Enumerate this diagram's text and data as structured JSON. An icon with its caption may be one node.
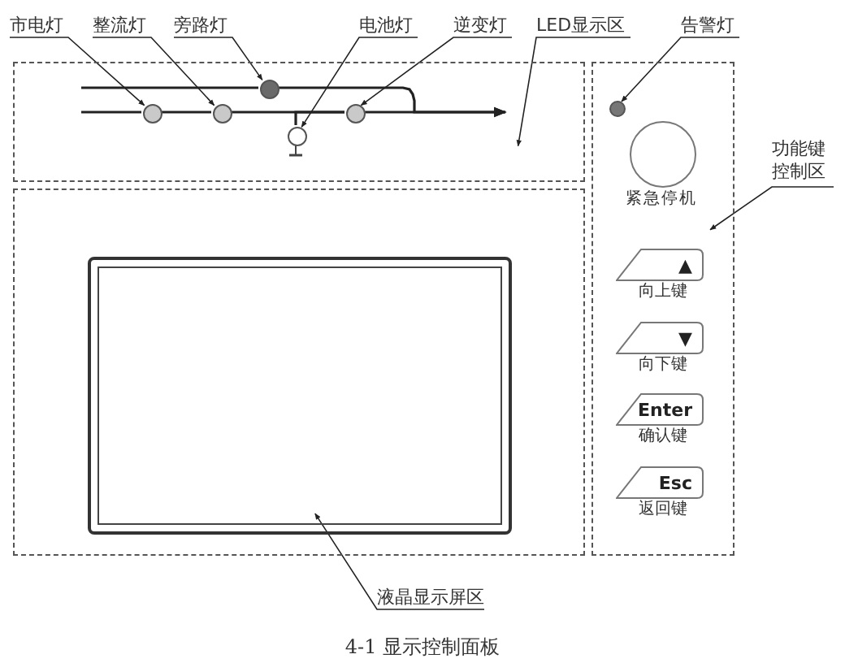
{
  "diagram": {
    "caption": "4-1 显示控制面板",
    "nodes": [
      {
        "text": [
          "市电灯"
        ]
      },
      {
        "text": [
          "整流灯"
        ]
      },
      {
        "text": [
          "旁路灯"
        ]
      },
      {
        "text": [
          "电池灯"
        ]
      },
      {
        "text": [
          "逆变灯"
        ]
      },
      {
        "text": [
          "LED显示区"
        ]
      },
      {
        "text": [
          "告警灯"
        ]
      },
      {
        "text": [],
        "shape": "box"
      },
      {
        "text": [],
        "shape": "circle",
        "in": 7
      },
      {
        "text": [],
        "shape": "circle",
        "in": 7
      },
      {
        "text": [],
        "shape": "circle",
        "in": 7
      },
      {
        "text": [],
        "shape": "circle",
        "in": 7
      },
      {
        "text": [],
        "shape": "circle",
        "in": 7
      },
      {
        "text": [],
        "shape": "box"
      },
      {
        "text": [],
        "shape": "circle",
        "in": 13
      },
      {
        "text": [
          "紧急停机"
        ],
        "in": 13
      },
      {
        "text": [
          "▲",
          "向上键"
        ],
        "in": 13
      },
      {
        "text": [
          "▼",
          "向下键"
        ],
        "in": 13
      },
      {
        "text": [
          "Enter",
          "确认键"
        ],
        "in": 13
      },
      {
        "text": [
          "Esc",
          "返回键"
        ],
        "in": 13
      },
      {
        "text": [
          "功能键控制区"
        ]
      },
      {
        "text": [],
        "shape": "box"
      },
      {
        "text": [],
        "shape": "box",
        "in": 21
      },
      {
        "text": [
          "液晶显示屏区"
        ]
      }
    ],
    "edges": [
      {
        "from": 0,
        "to": 8,
        "arrow": "to"
      },
      {
        "from": 1,
        "to": 9,
        "arrow": "to"
      },
      {
        "from": 2,
        "to": 10,
        "arrow": "to"
      },
      {
        "from": 3,
        "to": 11,
        "arrow": "to"
      },
      {
        "from": 4,
        "to": 12,
        "arrow": "to"
      },
      {
        "from": 5,
        "to": 7,
        "arrow": "to"
      },
      {
        "from": 6,
        "to": 14,
        "arrow": "to"
      },
      {
        "from": 20,
        "to": 13,
        "arrow": "to"
      },
      {
        "from": 23,
        "to": 22,
        "arrow": "to"
      },
      {
        "from": null,
        "to": 8,
        "arrow": "none"
      },
      {
        "from": 8,
        "to": 9,
        "arrow": "none"
      },
      {
        "from": 9,
        "to": 12,
        "arrow": "none"
      },
      {
        "from": 11,
        "to": 12,
        "arrow": "none"
      },
      {
        "from": 12,
        "to": null,
        "arrow": "to"
      },
      {
        "from": null,
        "to": 10,
        "arrow": "none"
      },
      {
        "from": 10,
        "to": null,
        "arrow": "to"
      }
    ]
  }
}
